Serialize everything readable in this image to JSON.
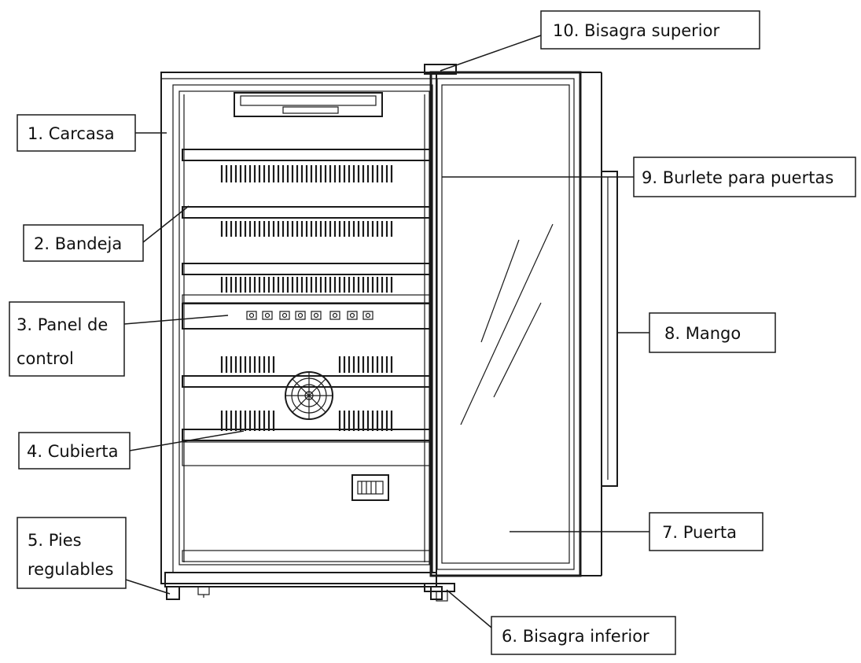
{
  "labels": {
    "carcasa": "1. Carcasa",
    "bandeja": "2. Bandeja",
    "panel_line1": "3. Panel de",
    "panel_line2": "control",
    "cubierta": "4. Cubierta",
    "pies_line1": "5. Pies",
    "pies_line2": "regulables",
    "bisagra_inferior": "6. Bisagra inferior",
    "puerta": "7. Puerta",
    "mango": "8. Mango",
    "burlete": "9. Burlete para puertas",
    "bisagra_superior": "10. Bisagra superior"
  },
  "colors": {
    "line": "#1a1a1a",
    "background": "#ffffff"
  }
}
